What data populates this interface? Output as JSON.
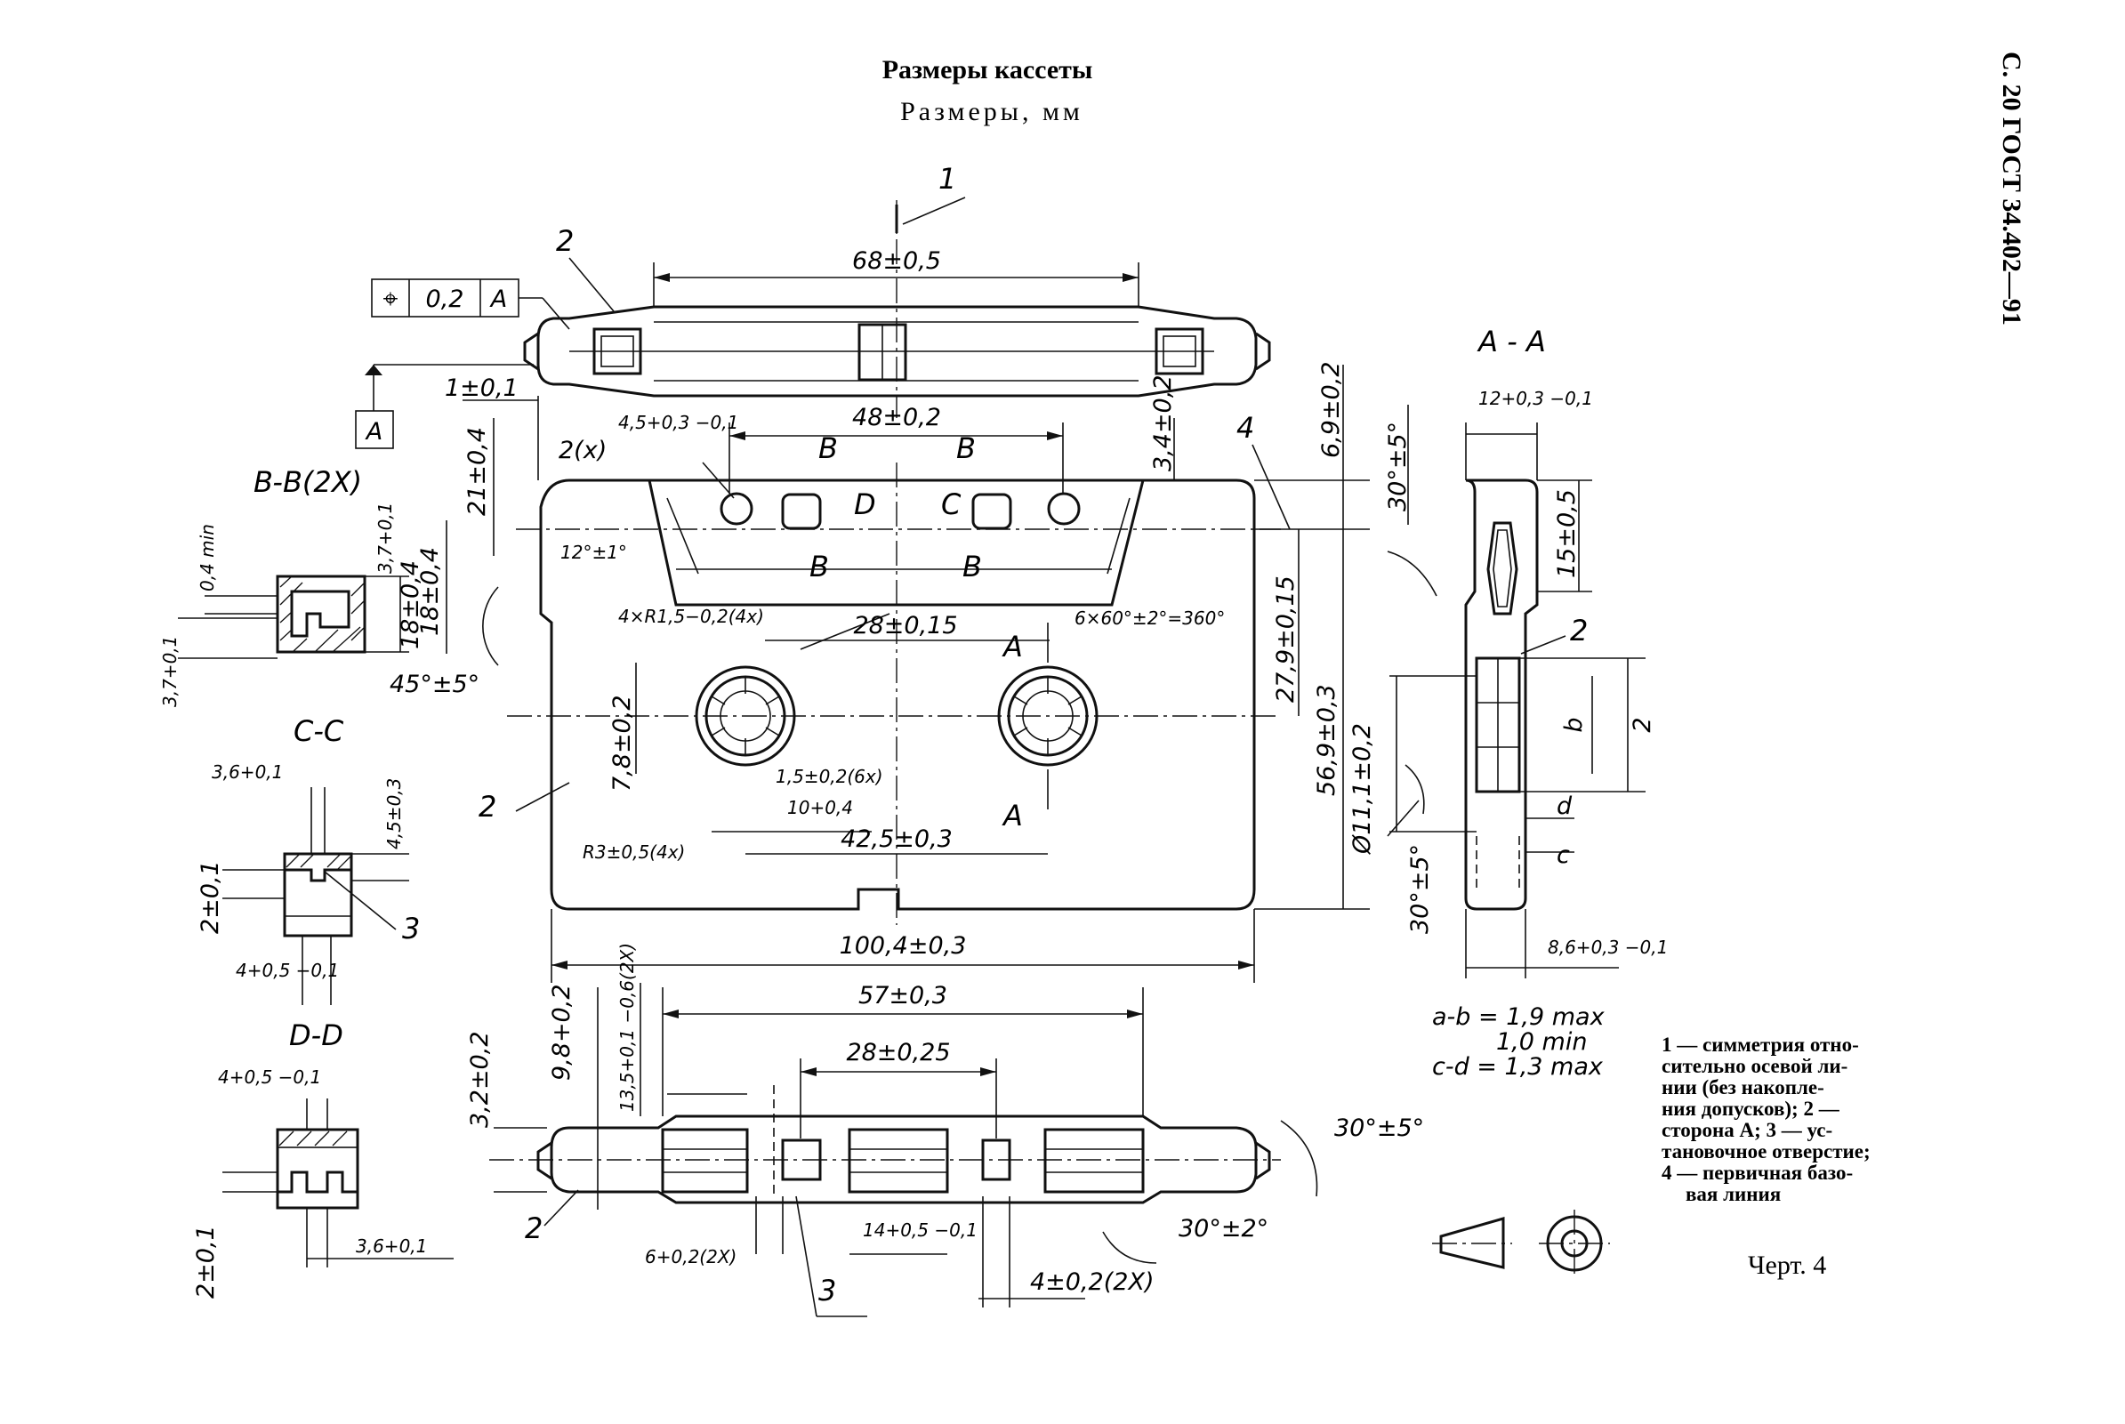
{
  "header": {
    "title": "Размеры кассеты",
    "subtitle": "Размеры, мм",
    "page_ref": "С. 20 ГОСТ 34.402—91"
  },
  "tolerance_frame": {
    "symbol": "⌖",
    "value": "0,2",
    "datum": "A"
  },
  "datum_label": "A",
  "callouts": {
    "c1": "1",
    "c2": "2",
    "c3": "3",
    "c4": "4",
    "c2x": "2(x)"
  },
  "sections": {
    "aa": "A - A",
    "bb": "B-B(2X)",
    "cc": "C-C",
    "dd": "D-D",
    "marker_a": "A",
    "marker_b": "B",
    "marker_c": "C",
    "marker_d": "D"
  },
  "dimensions": {
    "top_68": "68±0,5",
    "top_48": "48±0,2",
    "d_1": "1±0,1",
    "d_4_5": "4,5+0,3 −0,1",
    "d_21": "21±0,4",
    "d_18": "18±0,4",
    "d_12deg": "12°±1°",
    "d_4xr": "4×R1,5−0,2(4x)",
    "d_28_15": "28±0,15",
    "d_6x60": "6×60°±2°=360°",
    "d_3_4": "3,4±0,2",
    "d_6_9": "6,9±0,2",
    "d_45deg": "45°±5°",
    "d_27_9": "27,9±0,15",
    "d_56_9": "56,9±0,3",
    "d_11_1": "Ø11,1±0,2",
    "d_7_8": "7,8±0,2",
    "d_1_5": "1,5±0,2(6x)",
    "d_10": "10+0,4",
    "d_42_5": "42,5±0,3",
    "d_r3": "R3±0,5(4x)",
    "d_100_4": "100,4±0,3",
    "d_57": "57±0,3",
    "d_28_25": "28±0,25",
    "d_3_2": "3,2±0,2",
    "d_9_8": "9,8+0,2",
    "d_13_5": "13,5+0,1 −0,6(2X)",
    "d_6_2x": "6+0,2(2X)",
    "d_14": "14+0,5 −0,1",
    "d_4_2x": "4±0,2(2X)",
    "d_30_5": "30°±5°",
    "d_30_2": "30°±2°",
    "bb_0_4": "0,4 min",
    "bb_3_7a": "3,7+0,1",
    "bb_3_7b": "3,7+0,1",
    "bb_18": "18±0,4",
    "cc_3_6": "3,6+0,1",
    "cc_4_5": "4,5±0,3",
    "cc_2": "2±0,1",
    "cc_4": "4+0,5 −0,1",
    "dd_4": "4+0,5 −0,1",
    "dd_2": "2±0,1",
    "dd_3_6": "3,6+0,1",
    "aa_12": "12+0,3 −0,1",
    "aa_15": "15±0,5",
    "aa_30a": "30°±5°",
    "aa_30b": "30°±5°",
    "aa_2": "2",
    "aa_b": "b",
    "aa_d": "d",
    "aa_c": "c",
    "aa_8_6": "8,6+0,3 −0,1"
  },
  "formulas": {
    "f1": "a-b = 1,9 max",
    "f2": "1,0 min",
    "f3": "c-d = 1,3 max"
  },
  "legend": [
    "1 — симметрия отно-",
    "сительно осевой ли-",
    "нии (без накопле-",
    "ния допусков); 2 —",
    "сторона A; 3 — ус-",
    "тановочное отверстие;",
    "4 — первичная базо-",
    "вая линия"
  ],
  "figure_label": "Черт. 4"
}
